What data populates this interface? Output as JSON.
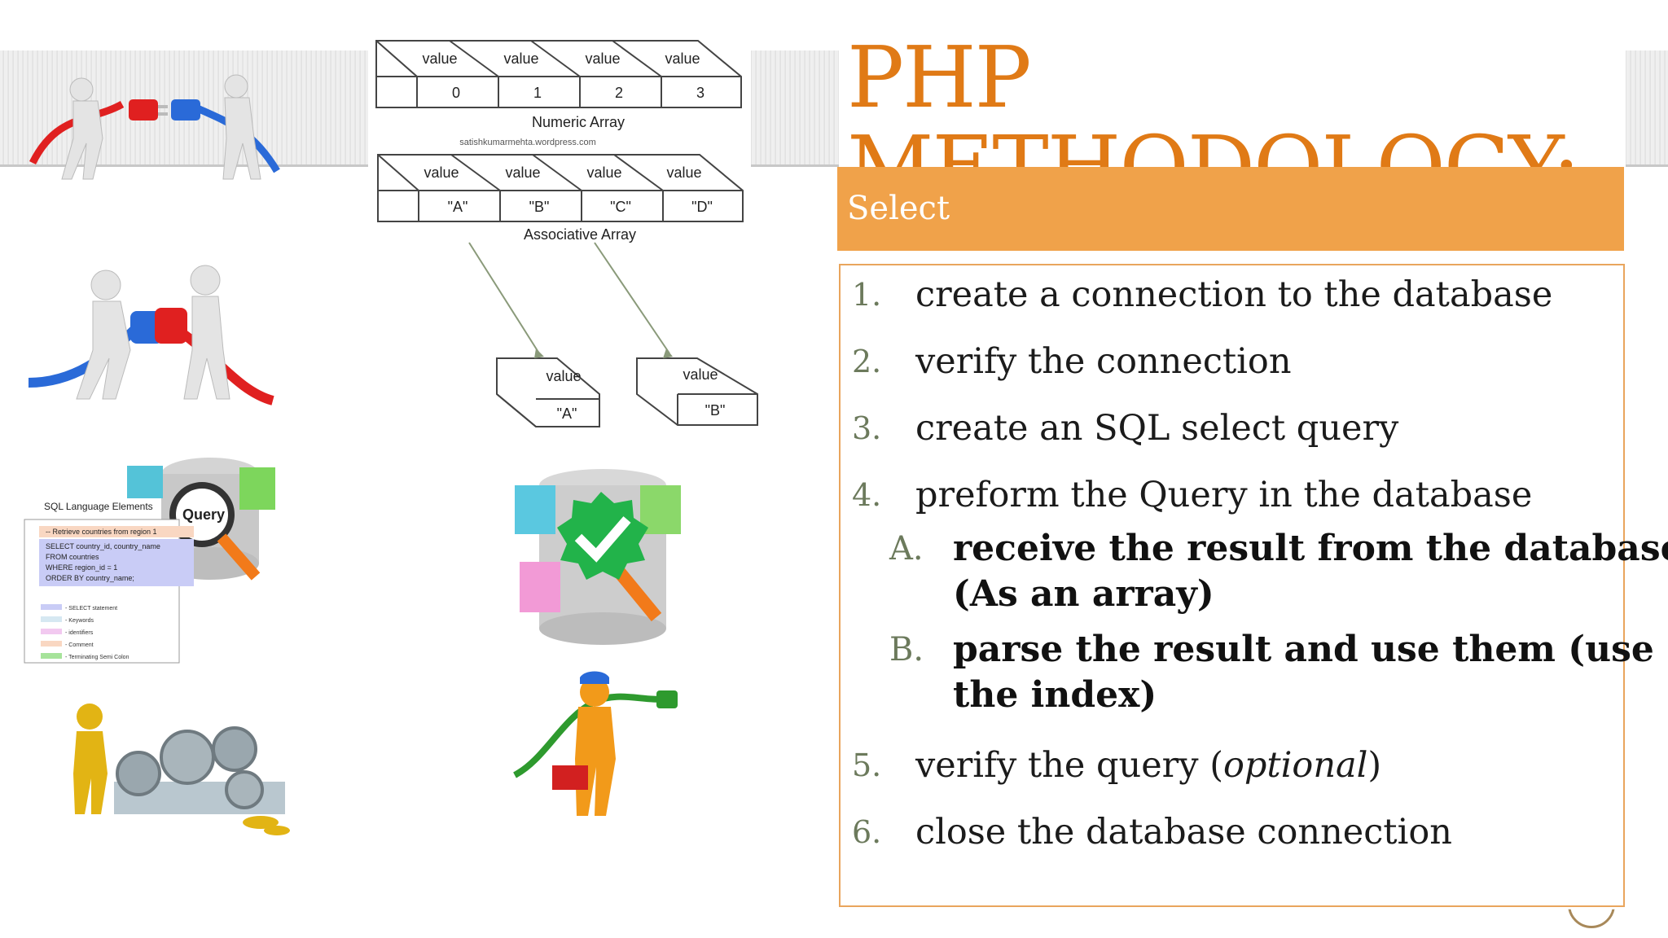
{
  "slide": {
    "title_line1": "PHP",
    "title_line2": "METHODOLOGY:",
    "subtitle": "Select",
    "colors": {
      "title": "#e07a16",
      "subtitle_bar": "#f0a24a",
      "box_border": "#e9a55d",
      "number": "#6c7a5c"
    }
  },
  "steps": [
    {
      "num": "1.",
      "text": "create a connection to the database"
    },
    {
      "num": "2.",
      "text": "verify the connection"
    },
    {
      "num": "3.",
      "text": "create an SQL select query"
    },
    {
      "num": "4.",
      "text": "preform the Query in the database"
    }
  ],
  "substeps": [
    {
      "num": "A.",
      "line1": "receive the result from the database",
      "line2": "(As an array)"
    },
    {
      "num": "B.",
      "line1": "parse the result and use them (use",
      "line2": "the index)"
    }
  ],
  "steps_after": [
    {
      "num": "5.",
      "text_prefix": "verify the query (",
      "text_italic": "optional",
      "text_suffix": ")"
    },
    {
      "num": "6.",
      "text": "close the database connection"
    }
  ],
  "array_diagram": {
    "value_label": "value",
    "numeric_indexes": [
      "0",
      "1",
      "2",
      "3"
    ],
    "numeric_caption": "Numeric Array",
    "source": "satishkumarmehta.wordpress.com",
    "assoc_keys": [
      "\"A\"",
      "\"B\"",
      "\"C\"",
      "\"D\""
    ],
    "assoc_caption": "Associative Array",
    "extracted_keys": [
      "\"A\"",
      "\"B\""
    ]
  },
  "sql_figure": {
    "heading": "SQL Language Elements",
    "query_label": "Query",
    "code_lines": [
      "-- Retrieve countries from region 1",
      "SELECT country_id, country_name",
      "FROM countries",
      "WHERE region_id = 1",
      "ORDER BY country_name;"
    ],
    "legend": [
      "- SELECT statement",
      "- Keywords",
      "- identifiers",
      "- Comment",
      "- Terminating Semi Colon"
    ]
  },
  "icons": [
    "plug-tug-of-war-icon",
    "plug-connecting-icon",
    "query-magnifier-icon",
    "query-verified-icon",
    "gears-worker-icon",
    "electrician-plug-icon"
  ]
}
